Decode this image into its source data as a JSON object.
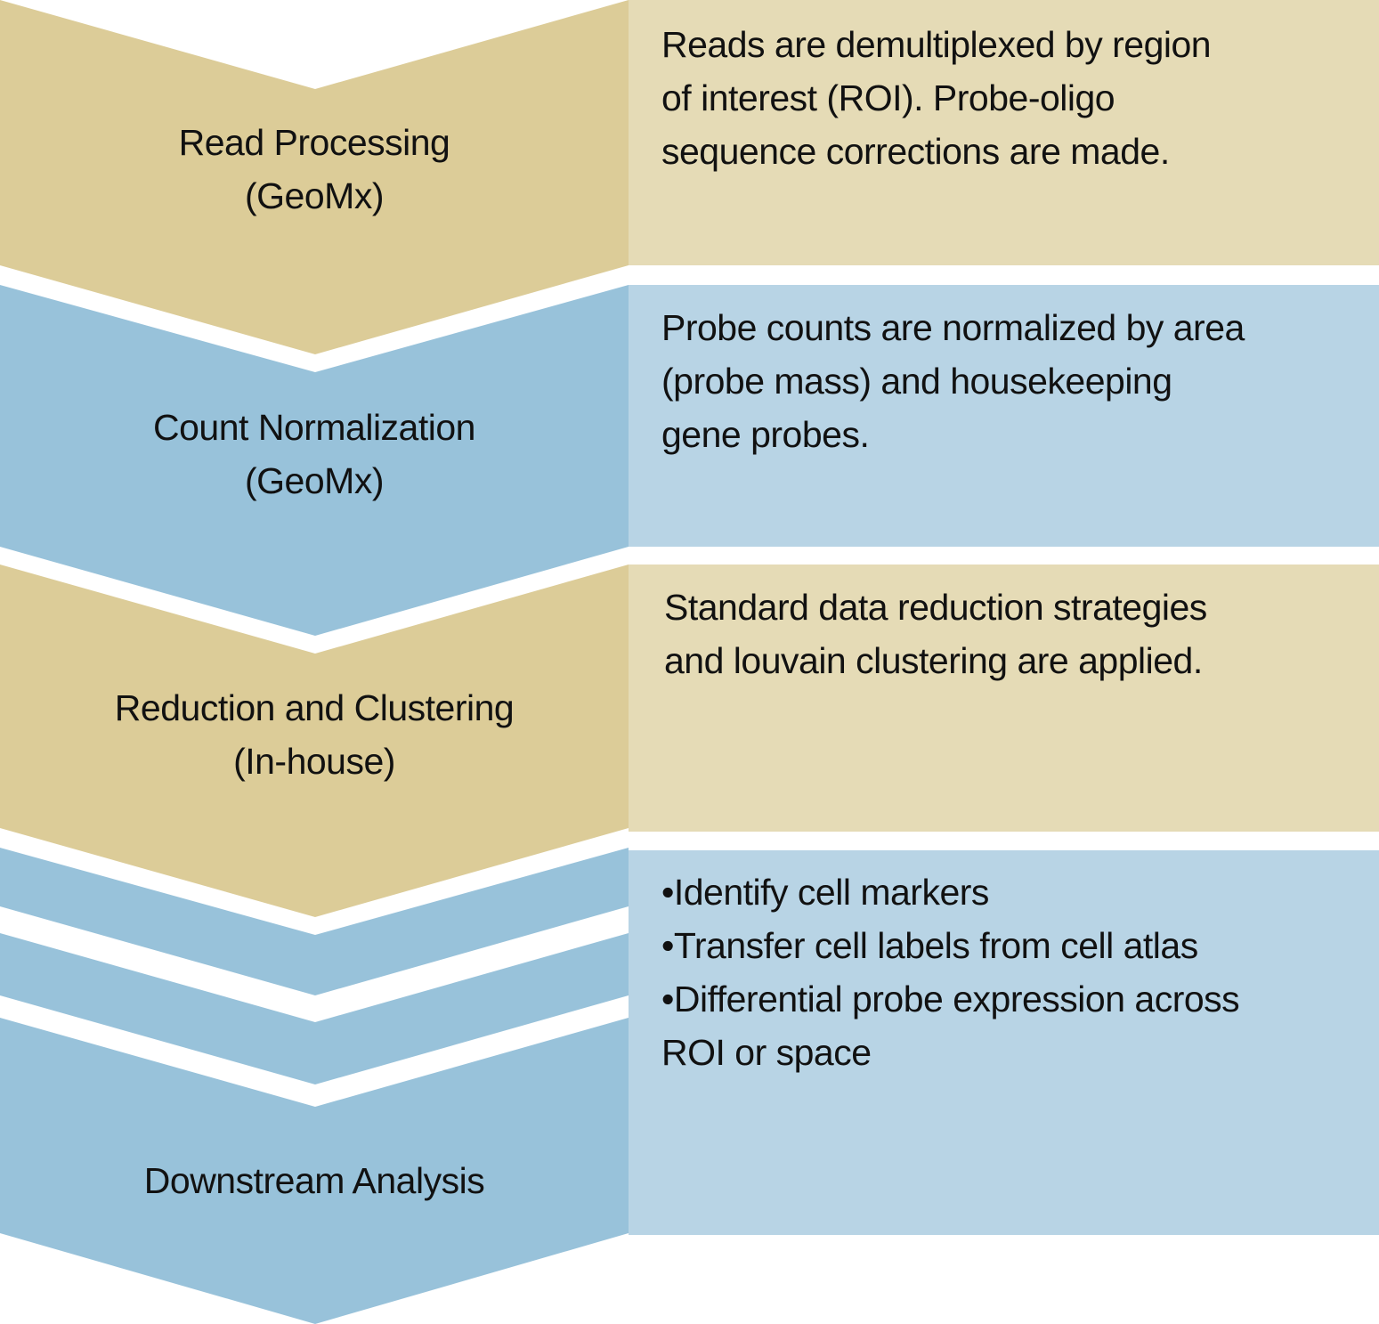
{
  "colors": {
    "tan_dark": "#dccc98",
    "tan_light": "#e5dbb6",
    "blue_dark": "#98c2da",
    "blue_light": "#b8d4e5"
  },
  "steps": [
    {
      "title": "Read Processing",
      "subtitle": "(GeoMx)",
      "description": [
        "Reads are demultiplexed by region",
        "of interest (ROI). Probe-oligo",
        "sequence corrections are made."
      ]
    },
    {
      "title": "Count Normalization",
      "subtitle": "(GeoMx)",
      "description": [
        "Probe counts are normalized by area",
        "(probe mass) and housekeeping",
        "gene probes."
      ]
    },
    {
      "title": "Reduction and Clustering",
      "subtitle": "(In-house)",
      "description": [
        "Standard data reduction strategies",
        "and louvain clustering are applied."
      ]
    },
    {
      "title": "Downstream Analysis",
      "subtitle": "",
      "description": [
        "•Identify cell markers",
        "•Transfer cell labels from cell atlas",
        "•Differential probe expression across",
        "ROI or space"
      ]
    }
  ]
}
